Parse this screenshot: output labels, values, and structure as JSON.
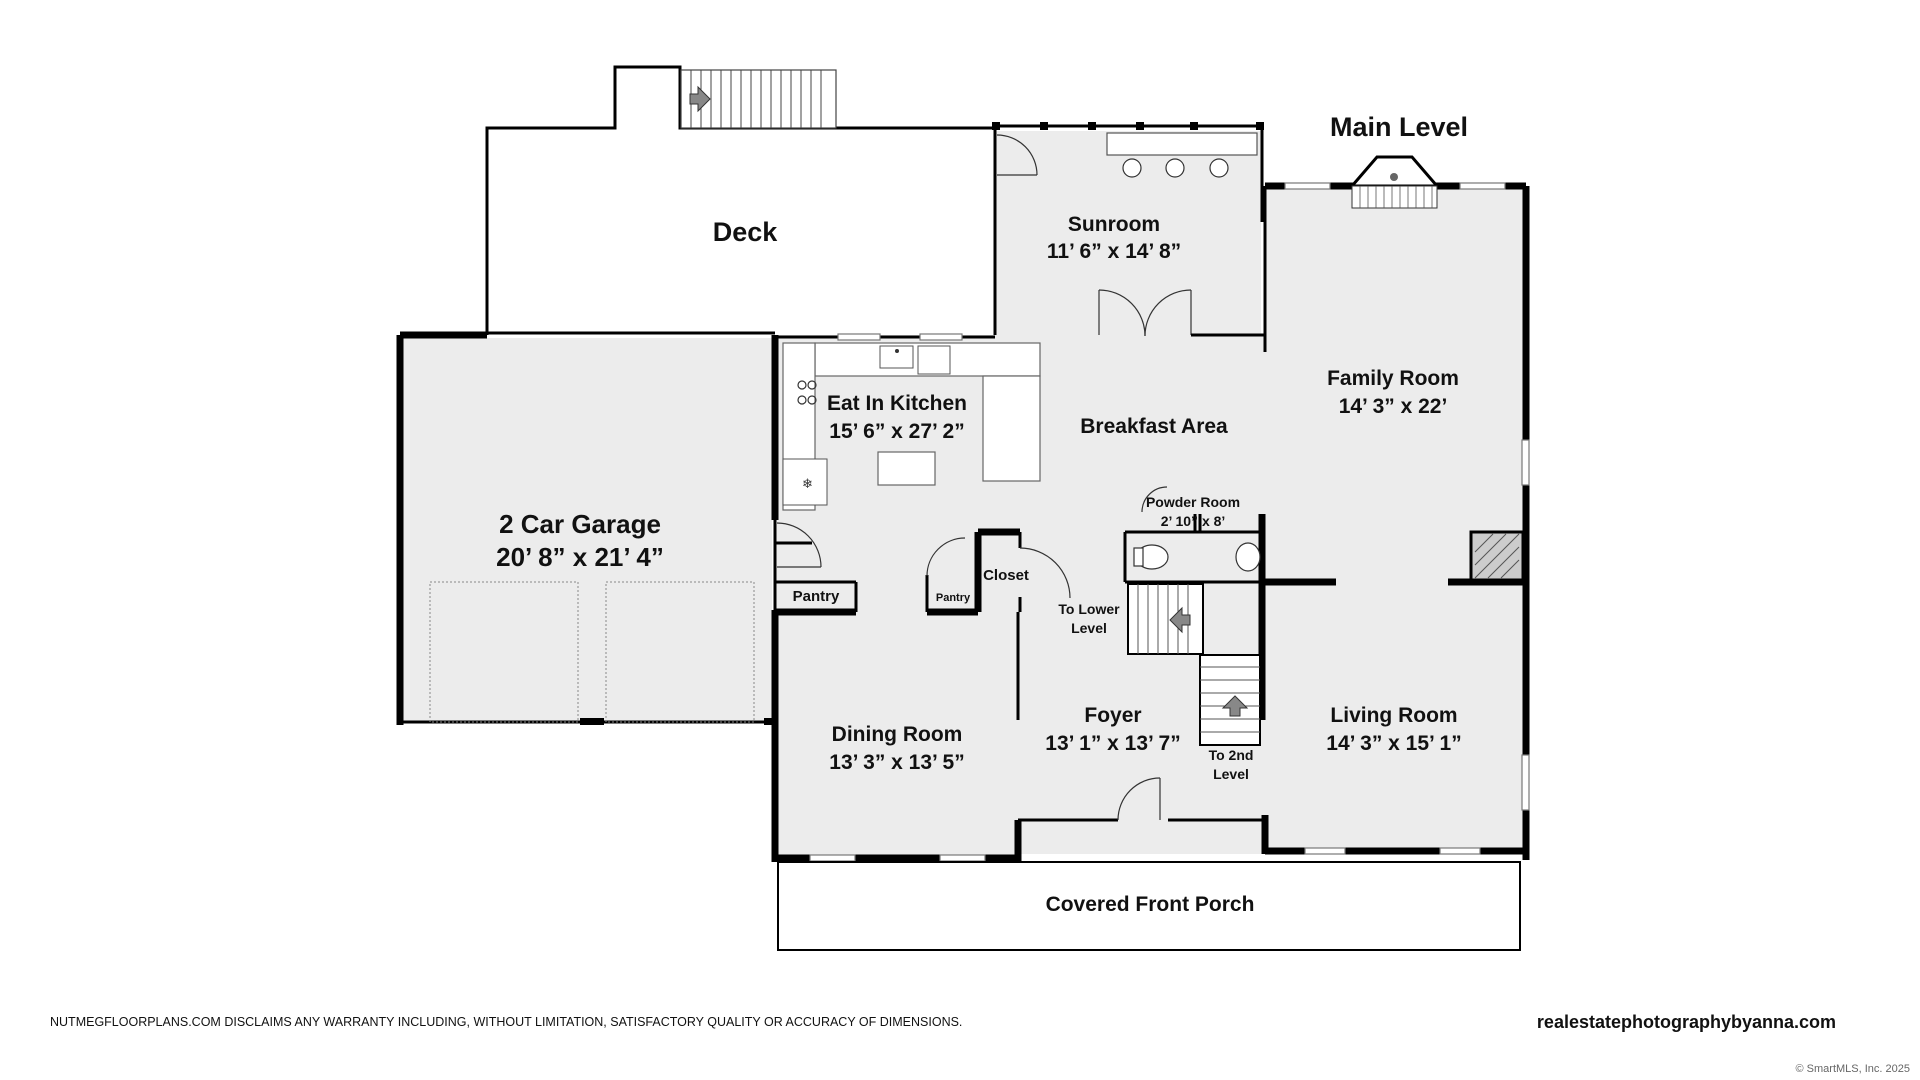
{
  "title": "Main Level",
  "rooms": {
    "deck": {
      "name": "Deck"
    },
    "sunroom": {
      "name": "Sunroom",
      "dims": "11’ 6” x 14’ 8”"
    },
    "family_room": {
      "name": "Family Room",
      "dims": "14’ 3” x 22’"
    },
    "kitchen": {
      "name": "Eat In Kitchen",
      "dims": "15’ 6” x 27’ 2”"
    },
    "breakfast": {
      "name": "Breakfast Area"
    },
    "garage": {
      "name": "2 Car Garage",
      "dims": "20’ 8” x 21’ 4”"
    },
    "powder_room": {
      "name": "Powder Room",
      "dims": "2’ 10” x 8’"
    },
    "pantry_left": {
      "name": "Pantry"
    },
    "pantry_small": {
      "name": "Pantry"
    },
    "closet": {
      "name": "Closet"
    },
    "dining_room": {
      "name": "Dining Room",
      "dims": "13’ 3” x 13’ 5”"
    },
    "foyer": {
      "name": "Foyer",
      "dims": "13’ 1” x 13’ 7”"
    },
    "living_room": {
      "name": "Living Room",
      "dims": "14’ 3” x 15’ 1”"
    },
    "porch": {
      "name": "Covered Front Porch"
    }
  },
  "stairs": {
    "lower": {
      "line1": "To Lower",
      "line2": "Level"
    },
    "upper": {
      "line1": "To 2nd",
      "line2": "Level"
    }
  },
  "footer": {
    "disclaimer": "NUTMEGFLOORPLANS.COM DISCLAIMS ANY WARRANTY INCLUDING, WITHOUT LIMITATION, SATISFACTORY QUALITY OR ACCURACY OF DIMENSIONS.",
    "website": "realestatephotographybyanna.com",
    "copyright": "© SmartMLS, Inc. 2025"
  }
}
